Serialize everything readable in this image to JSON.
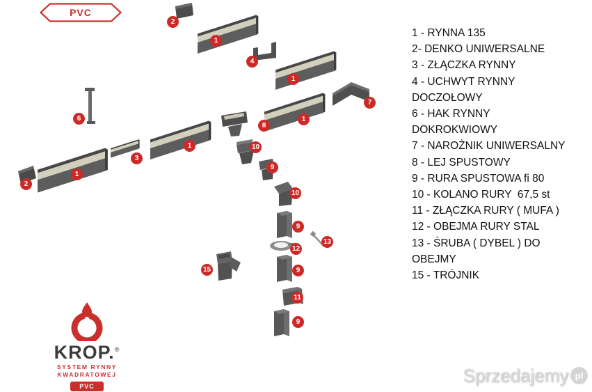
{
  "colors": {
    "accent_red": "#c9302c",
    "badge_red": "#cd2a27",
    "part_dark": "#525252",
    "part_inner": "#d2d0bd"
  },
  "pvc_badge": {
    "label": "PVC"
  },
  "legend": {
    "lines": [
      "1 - RYNNA 135",
      "2- DENKO UNIWERSALNE",
      "3 - ZŁĄCZKA RYNNY",
      "4 - UCHWYT RYNNY",
      "DOCZOŁOWY",
      "6 - HAK RYNNY",
      "DOKROKWIOWY",
      "7 - NAROŻNIK UNIWERSALNY",
      "8 - LEJ SPUSTOWY",
      "9 - RURA SPUSTOWA fi 80",
      "10 - KOLANO RURY  67,5 st",
      "11 - ZŁĄCZKA RURY ( MUFA )",
      "12 - OBEJMA RURY STAL",
      "13 - ŚRUBA ( DYBEL ) DO",
      "OBEJMY",
      "15 - TRÓJNIK"
    ]
  },
  "diagram": {
    "badges": [
      "2",
      "1",
      "4",
      "1",
      "7",
      "6",
      "8",
      "1",
      "1",
      "3",
      "10",
      "9",
      "1",
      "2",
      "10",
      "9",
      "13",
      "12",
      "15",
      "9",
      "11",
      "9"
    ]
  },
  "logo": {
    "brand": "KROP.",
    "reg": "®",
    "subtitle_line1": "SYSTEM RYNNY",
    "subtitle_line2": "KWADRATOWEJ",
    "badge": "PVC"
  },
  "watermark": {
    "text": "Sprzedajemy",
    "circle": "pl"
  }
}
